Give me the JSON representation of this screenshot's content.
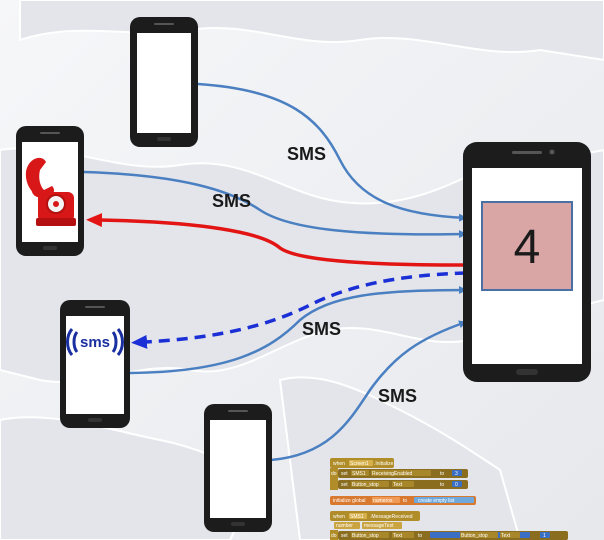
{
  "labels": {
    "sms_1": "SMS",
    "sms_2": "SMS",
    "sms_3": "SMS",
    "sms_4": "SMS"
  },
  "counter": {
    "value": "4"
  },
  "sms_logo": {
    "text": "sms"
  },
  "code_blocks": {
    "b1_when": "when",
    "b1_component": "Screen1",
    "b1_event": ".Initialize",
    "b1_do": "do",
    "b1_set1": "set",
    "b1_set1_comp": "SMS1",
    "b1_set1_prop": "ReceivingEnabled",
    "b1_to1": "to",
    "b1_val1": "3",
    "b1_set2": "set",
    "b1_set2_comp": "Button_stop",
    "b1_set2_prop": "Text",
    "b1_to2": "to",
    "b1_val2": "0",
    "b2_init": "initialize global",
    "b2_name": "numeros",
    "b2_to": "to",
    "b2_create": "create empty list",
    "b3_when": "when",
    "b3_component": "SMS1",
    "b3_event": ".MessageReceived",
    "b3_param1": "number",
    "b3_param2": "messageText",
    "b3_do": "do",
    "b3_set": "set",
    "b3_comp": "Button_stop",
    "b3_prop": "Text",
    "b3_to": "to",
    "b3_comp2": "Button_stop",
    "b3_prop2": "Text",
    "b3_val": "1"
  },
  "colors": {
    "blue_arrow": "#4a7fc1",
    "red_arrow": "#e31414",
    "dashed_arrow": "#1a2fd6",
    "counter_bg": "#d9a5a5",
    "counter_border": "#4a6fa5",
    "phone_body": "#1c1c1c"
  }
}
